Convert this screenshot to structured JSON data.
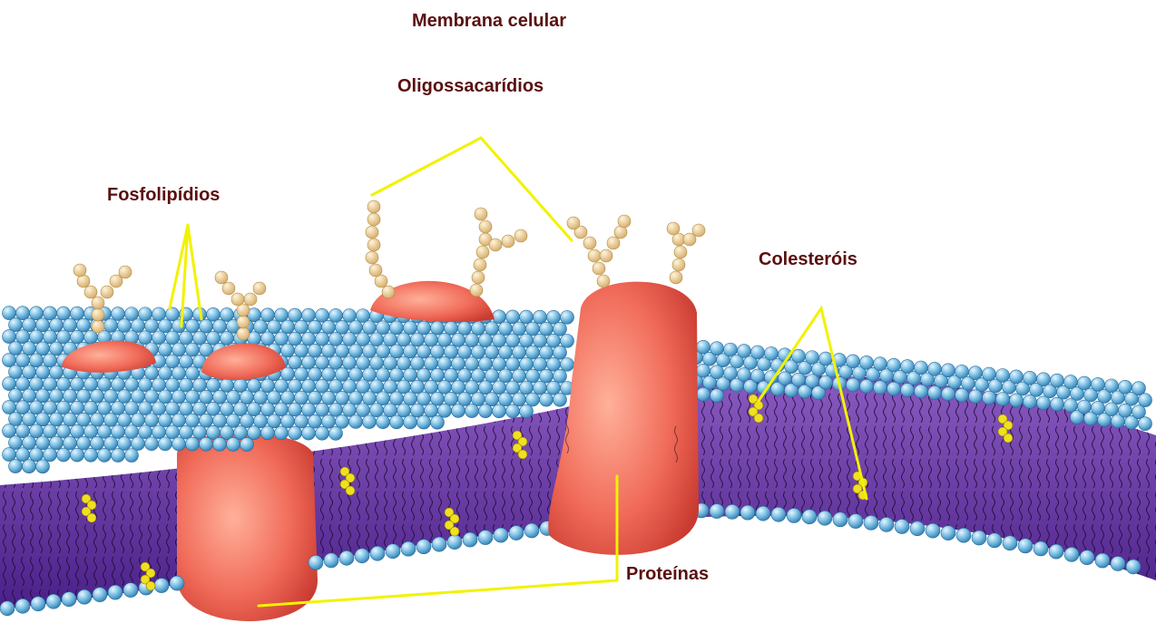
{
  "title": "Membrana celular",
  "labels": {
    "oligossacaridios": "Oligossacarídios",
    "fosfolipidios": "Fosfolipídios",
    "colesterois": "Colesteróis",
    "proteinas": "Proteínas"
  },
  "colors": {
    "label_text": "#5a1010",
    "pointer_line": "#f2f200",
    "lipid_head": "#6cb4dc",
    "interior": "#6a3aa8",
    "protein": "#f06050",
    "sugar_chain": "#f0d090",
    "cholesterol": "#f0e020"
  }
}
